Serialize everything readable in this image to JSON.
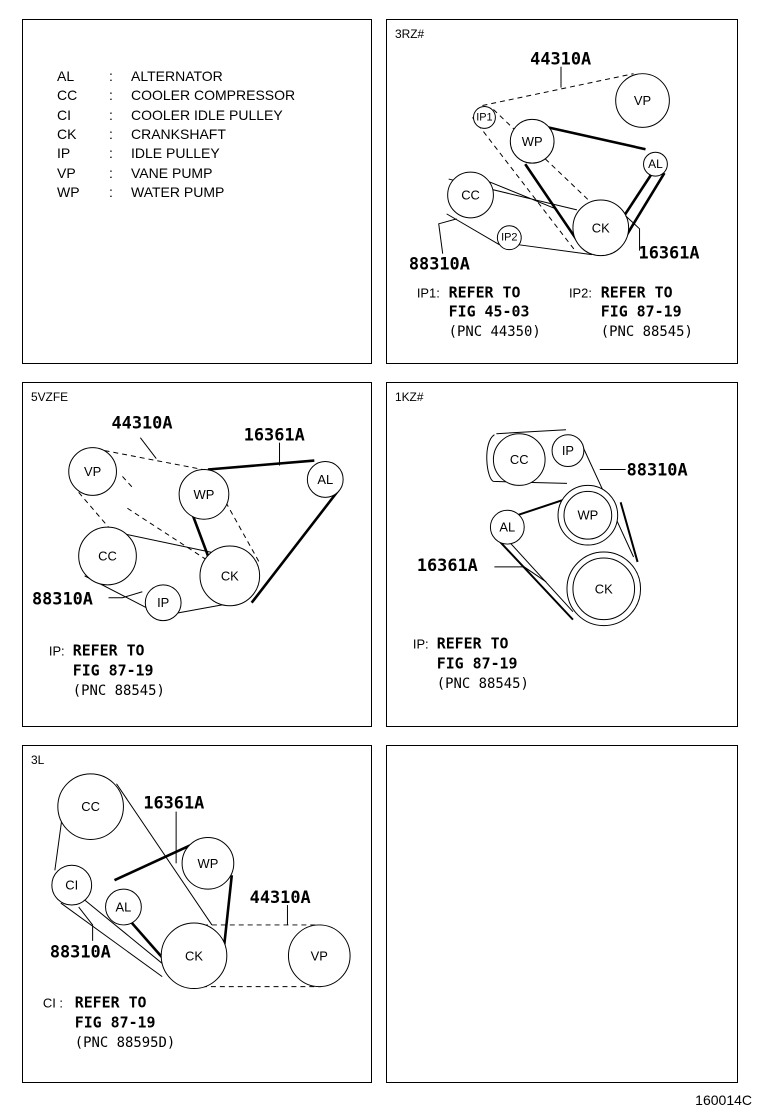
{
  "legend": [
    {
      "code": "AL",
      "sep": ":",
      "name": "ALTERNATOR"
    },
    {
      "code": "CC",
      "sep": ":",
      "name": "COOLER COMPRESSOR"
    },
    {
      "code": "CI",
      "sep": ":",
      "name": "COOLER IDLE PULLEY"
    },
    {
      "code": "CK",
      "sep": ":",
      "name": "CRANKSHAFT"
    },
    {
      "code": "IP",
      "sep": ":",
      "name": "IDLE PULLEY"
    },
    {
      "code": "VP",
      "sep": ":",
      "name": "VANE PUMP"
    },
    {
      "code": "WP",
      "sep": ":",
      "name": "WATER PUMP"
    }
  ],
  "panels": {
    "rz3": {
      "tag": "3RZ#",
      "pulleys": {
        "vp": "VP",
        "ip1": "IP1",
        "wp": "WP",
        "al": "AL",
        "cc": "CC",
        "ip2": "IP2",
        "ck": "CK"
      },
      "parts": {
        "p1": "44310A",
        "p2": "88310A",
        "p3": "16361A"
      },
      "notes": [
        {
          "key": "IP1:",
          "line1": "REFER TO",
          "line2": "FIG 45-03",
          "line3": "(PNC 44350)"
        },
        {
          "key": "IP2:",
          "line1": "REFER TO",
          "line2": "FIG 87-19",
          "line3": "(PNC 88545)"
        }
      ]
    },
    "vzfe5": {
      "tag": "5VZFE",
      "pulleys": {
        "vp": "VP",
        "wp": "WP",
        "al": "AL",
        "cc": "CC",
        "ck": "CK",
        "ip": "IP"
      },
      "parts": {
        "p1": "44310A",
        "p2": "16361A",
        "p3": "88310A"
      },
      "note": {
        "key": "IP:",
        "line1": "REFER TO",
        "line2": "FIG 87-19",
        "line3": "(PNC 88545)"
      }
    },
    "kz1": {
      "tag": "1KZ#",
      "pulleys": {
        "cc": "CC",
        "ip": "IP",
        "wp": "WP",
        "al": "AL",
        "ck": "CK"
      },
      "parts": {
        "p1": "88310A",
        "p2": "16361A"
      },
      "note": {
        "key": "IP:",
        "line1": "REFER TO",
        "line2": "FIG 87-19",
        "line3": "(PNC 88545)"
      }
    },
    "l3": {
      "tag": "3L",
      "pulleys": {
        "cc": "CC",
        "wp": "WP",
        "ci": "CI",
        "al": "AL",
        "ck": "CK",
        "vp": "VP"
      },
      "parts": {
        "p1": "16361A",
        "p2": "44310A",
        "p3": "88310A"
      },
      "note": {
        "key": "CI :",
        "line1": "REFER TO",
        "line2": "FIG 87-19",
        "line3": "(PNC 88595D)"
      }
    }
  },
  "page_code": "160014C"
}
